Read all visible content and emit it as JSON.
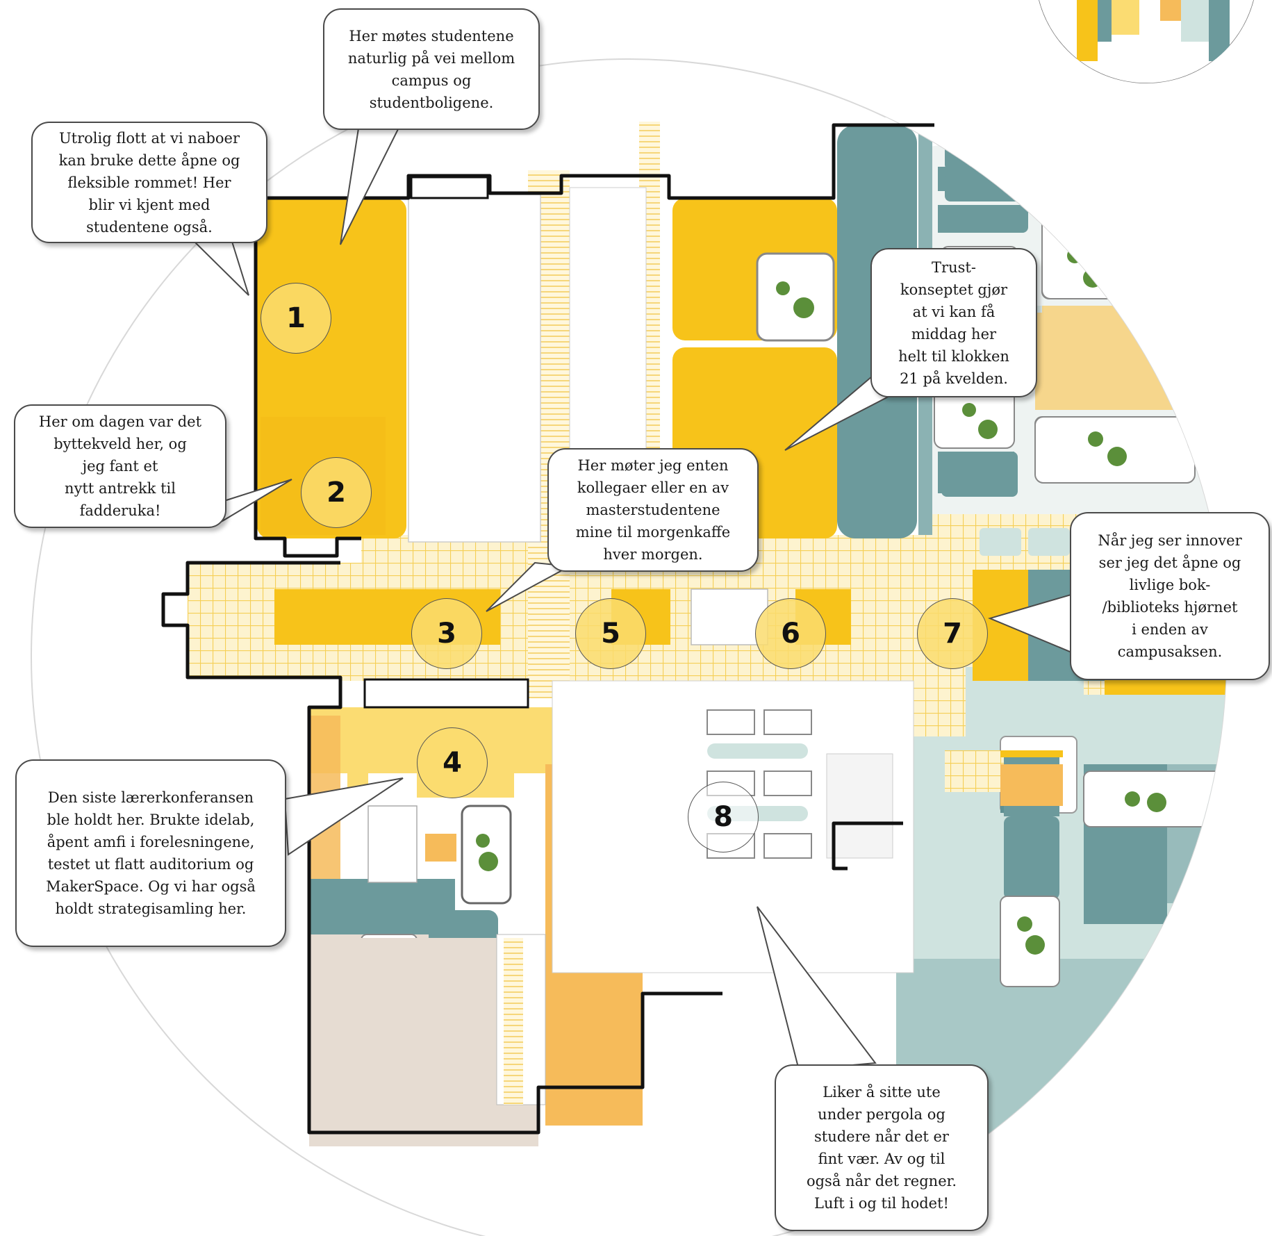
{
  "colors": {
    "yellow": "#f7c31a",
    "light_yellow": "#fbdc72",
    "orange": "#f6bb5a",
    "teal": "#6c9a9c",
    "light_teal": "#cfe3df",
    "beige": "#e6dcd2",
    "wall": "#111111"
  },
  "bubbles": [
    {
      "id": "b1",
      "text": "Utrolig flott at vi naboer\nkan bruke dette åpne og\nfleksible rommet!  Her\nblir vi kjent med\nstudentene  også."
    },
    {
      "id": "b2",
      "text": "Her møtes  studentene\nnaturlig på vei mellom\ncampus og\nstudentboligene."
    },
    {
      "id": "b3",
      "text": "Trust-\nkonseptet gjør\nat vi kan få\nmiddag her\nhelt til klokken\n21 på kvelden."
    },
    {
      "id": "b4",
      "text": "Her om dagen  var det\nbyttekveld  her, og\njeg fant et\nnytt antrekk  til\nfadderuka!"
    },
    {
      "id": "b5",
      "text": "Her møter jeg enten\nkollegaer  eller en av\nmasterstudentene\nmine til morgenkaffe\nhver morgen."
    },
    {
      "id": "b6",
      "text": "Når jeg  ser innover\nser jeg det åpne og\nlivlige bok-\n/biblioteks hjørnet\ni enden  av\ncampusaksen."
    },
    {
      "id": "b7",
      "text": "Den siste lærerkonferansen\nble holdt her.  Brukte idelab,\nåpent amfi i forelesningene,\ntestet ut flatt auditorium og\nMakerSpace.  Og vi har også\nholdt strategisamling  her."
    },
    {
      "id": "b8",
      "text": "Liker å sitte ute\nunder  pergola og\nstudere  når det er\nfint vær.  Av og til\nogså når det  regner.\nLuft i og til hodet!"
    }
  ],
  "markers": [
    {
      "id": "m1",
      "label": "1"
    },
    {
      "id": "m2",
      "label": "2"
    },
    {
      "id": "m3",
      "label": "3"
    },
    {
      "id": "m4",
      "label": "4"
    },
    {
      "id": "m5",
      "label": "5"
    },
    {
      "id": "m6",
      "label": "6"
    },
    {
      "id": "m7",
      "label": "7"
    },
    {
      "id": "m8",
      "label": "8"
    }
  ]
}
